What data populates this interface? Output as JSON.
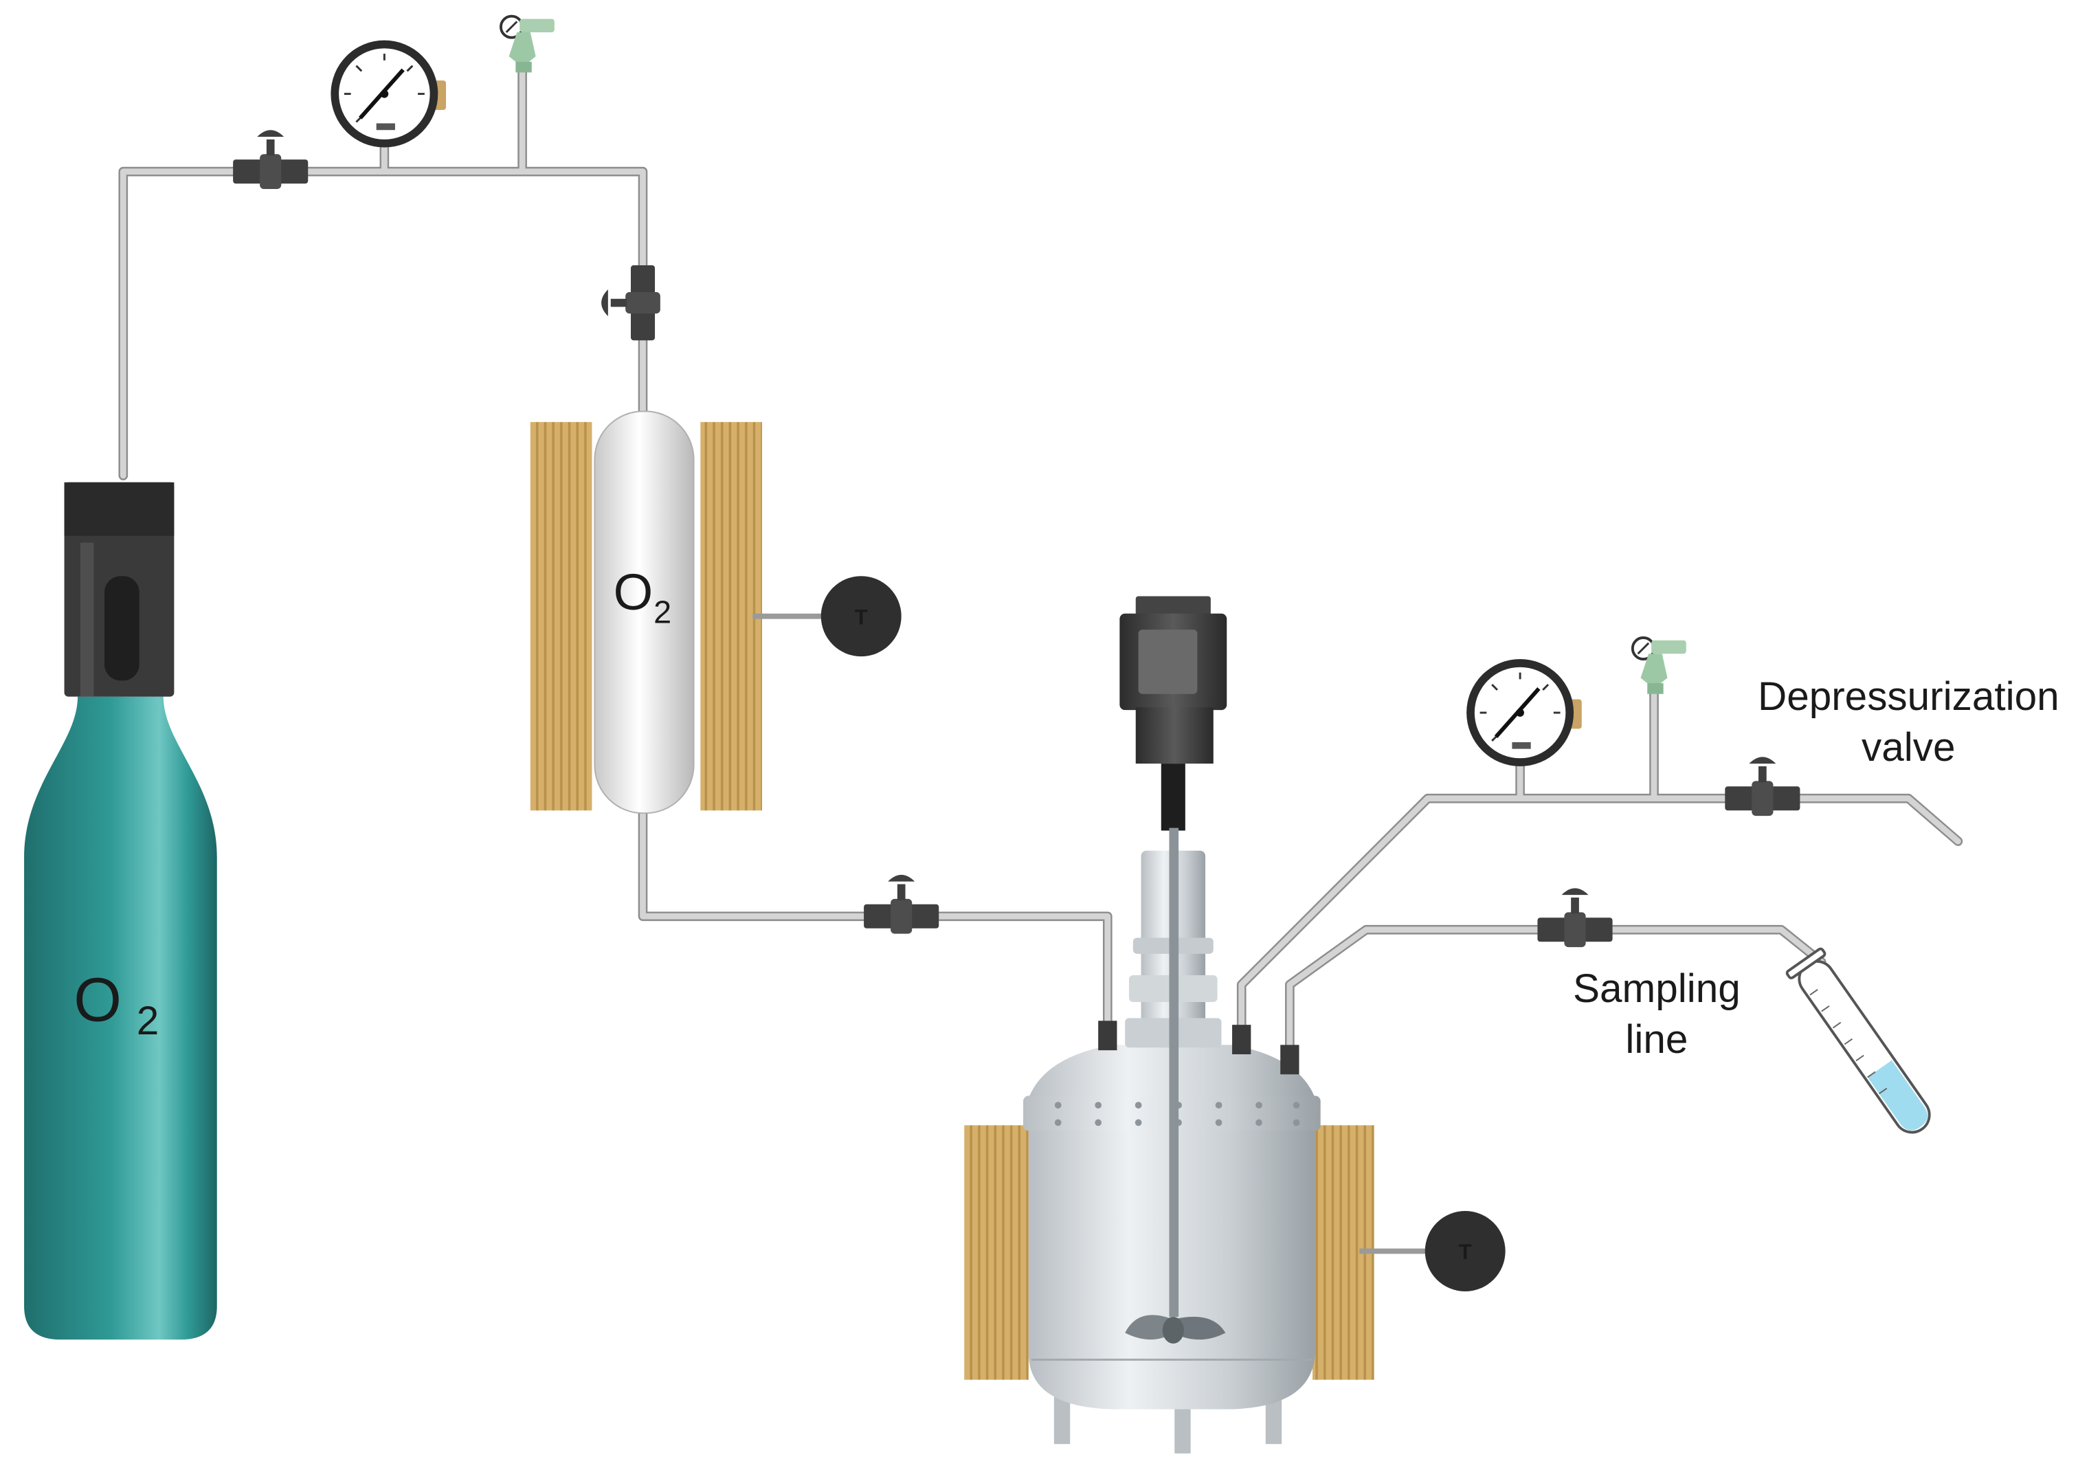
{
  "cylinder": {
    "formula": "O",
    "subscript": "2",
    "body_color": "#2f8f8c"
  },
  "reservoir": {
    "formula": "O",
    "subscript": "2"
  },
  "sensors": {
    "reservoir_temp": "T",
    "reactor_temp": "T"
  },
  "labels": {
    "depressurization_line1": "Depressurization",
    "depressurization_line2": "valve",
    "sampling_line1": "Sampling",
    "sampling_line2": "line"
  },
  "colors": {
    "pipe": "#c4c4c4",
    "valve": "#4a4a4a",
    "heater": "#d6b06a",
    "vessel": "#d9dde0",
    "sample_liquid": "#9fdcef"
  }
}
